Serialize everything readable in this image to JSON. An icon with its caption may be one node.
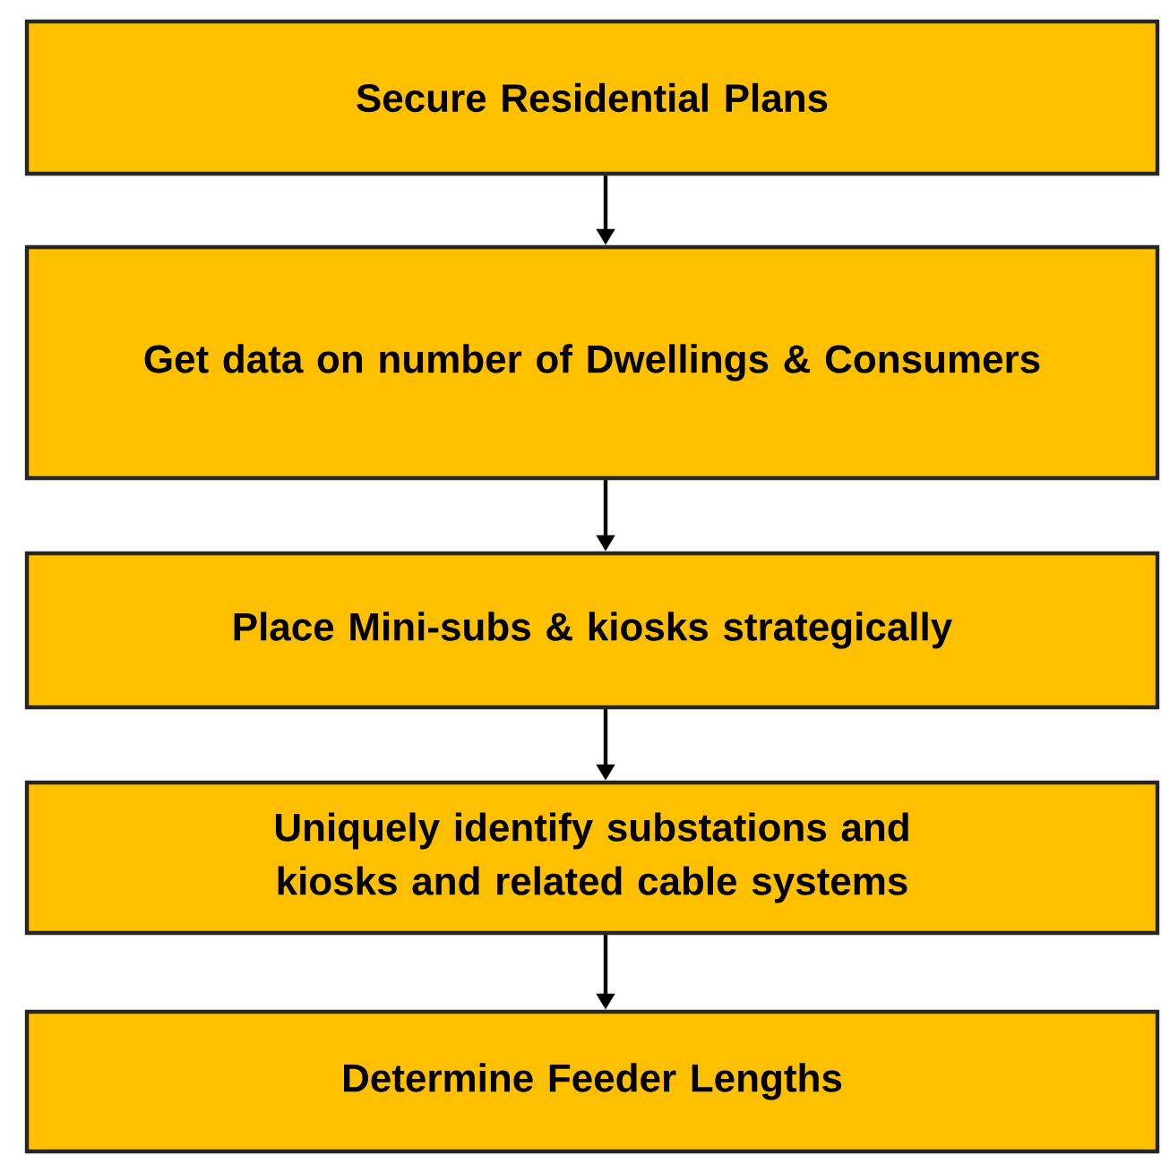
{
  "diagram": {
    "nodes": [
      {
        "text": [
          "Secure Residential Plans"
        ]
      },
      {
        "text": [
          "Get data on number of Dwellings & Consumers"
        ]
      },
      {
        "text": [
          "Place Mini-subs & kiosks strategically"
        ]
      },
      {
        "text": [
          "Uniquely identify substations and kiosks and related cable systems"
        ]
      },
      {
        "text": [
          "Determine Feeder Lengths"
        ]
      }
    ],
    "edges": [
      {
        "from": 0,
        "to": 1,
        "arrow": "to"
      },
      {
        "from": 1,
        "to": 2,
        "arrow": "to"
      },
      {
        "from": 2,
        "to": 3,
        "arrow": "to"
      },
      {
        "from": 3,
        "to": 4,
        "arrow": "to"
      }
    ]
  }
}
